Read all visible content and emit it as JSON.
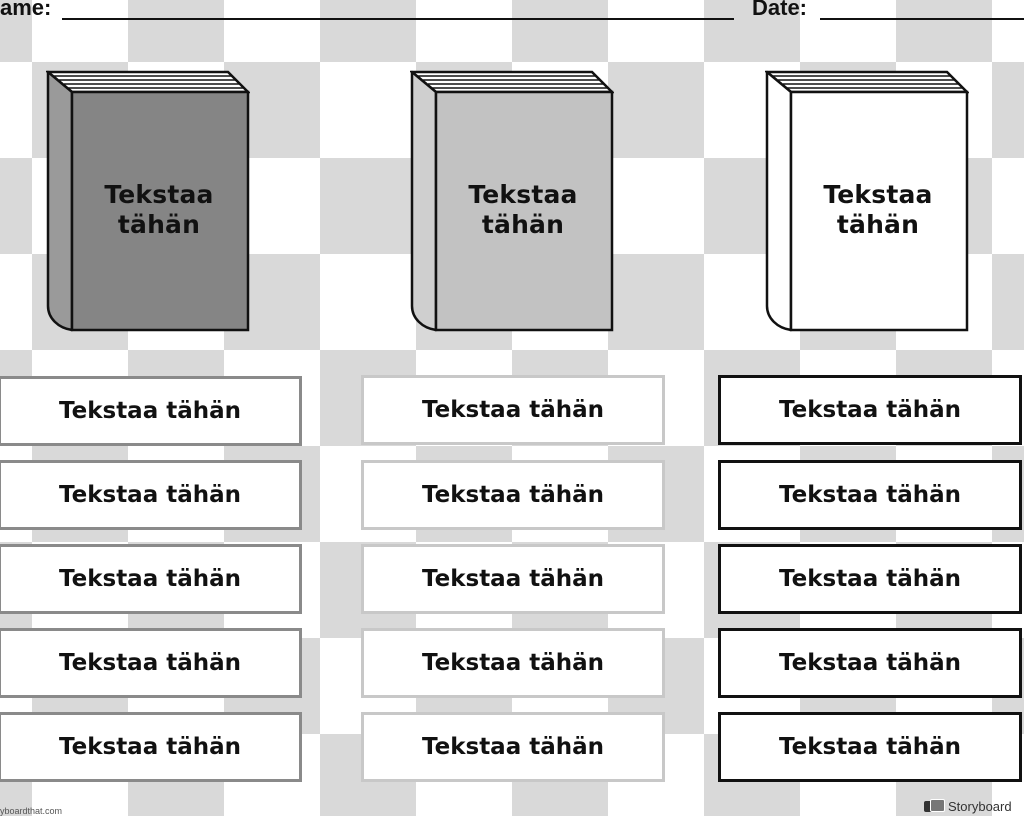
{
  "header": {
    "name_label": "ame:",
    "date_label": "Date:"
  },
  "books": [
    {
      "title_line1": "Tekstaa",
      "title_line2": "tähän",
      "cover_color": "#858585",
      "spine_color": "#9a9a9a"
    },
    {
      "title_line1": "Tekstaa",
      "title_line2": "tähän",
      "cover_color": "#c2c2c2",
      "spine_color": "#cfcfcf"
    },
    {
      "title_line1": "Tekstaa",
      "title_line2": "tähän",
      "cover_color": "#ffffff",
      "spine_color": "#ffffff"
    }
  ],
  "columns": [
    {
      "border_color": "#8a8a8a",
      "items": [
        "Tekstaa tähän",
        "Tekstaa tähän",
        "Tekstaa tähän",
        "Tekstaa tähän",
        "Tekstaa tähän"
      ]
    },
    {
      "border_color": "#c8c8c8",
      "items": [
        "Tekstaa tähän",
        "Tekstaa tähän",
        "Tekstaa tähän",
        "Tekstaa tähän",
        "Tekstaa tähän"
      ]
    },
    {
      "border_color": "#111111",
      "items": [
        "Tekstaa tähän",
        "Tekstaa tähän",
        "Tekstaa tähän",
        "Tekstaa tähän",
        "Tekstaa tähän"
      ]
    }
  ],
  "footer": {
    "left_text": "yboardthat.com",
    "brand": "Storyboard",
    "brand_icon": "storyboard-logo-icon"
  }
}
